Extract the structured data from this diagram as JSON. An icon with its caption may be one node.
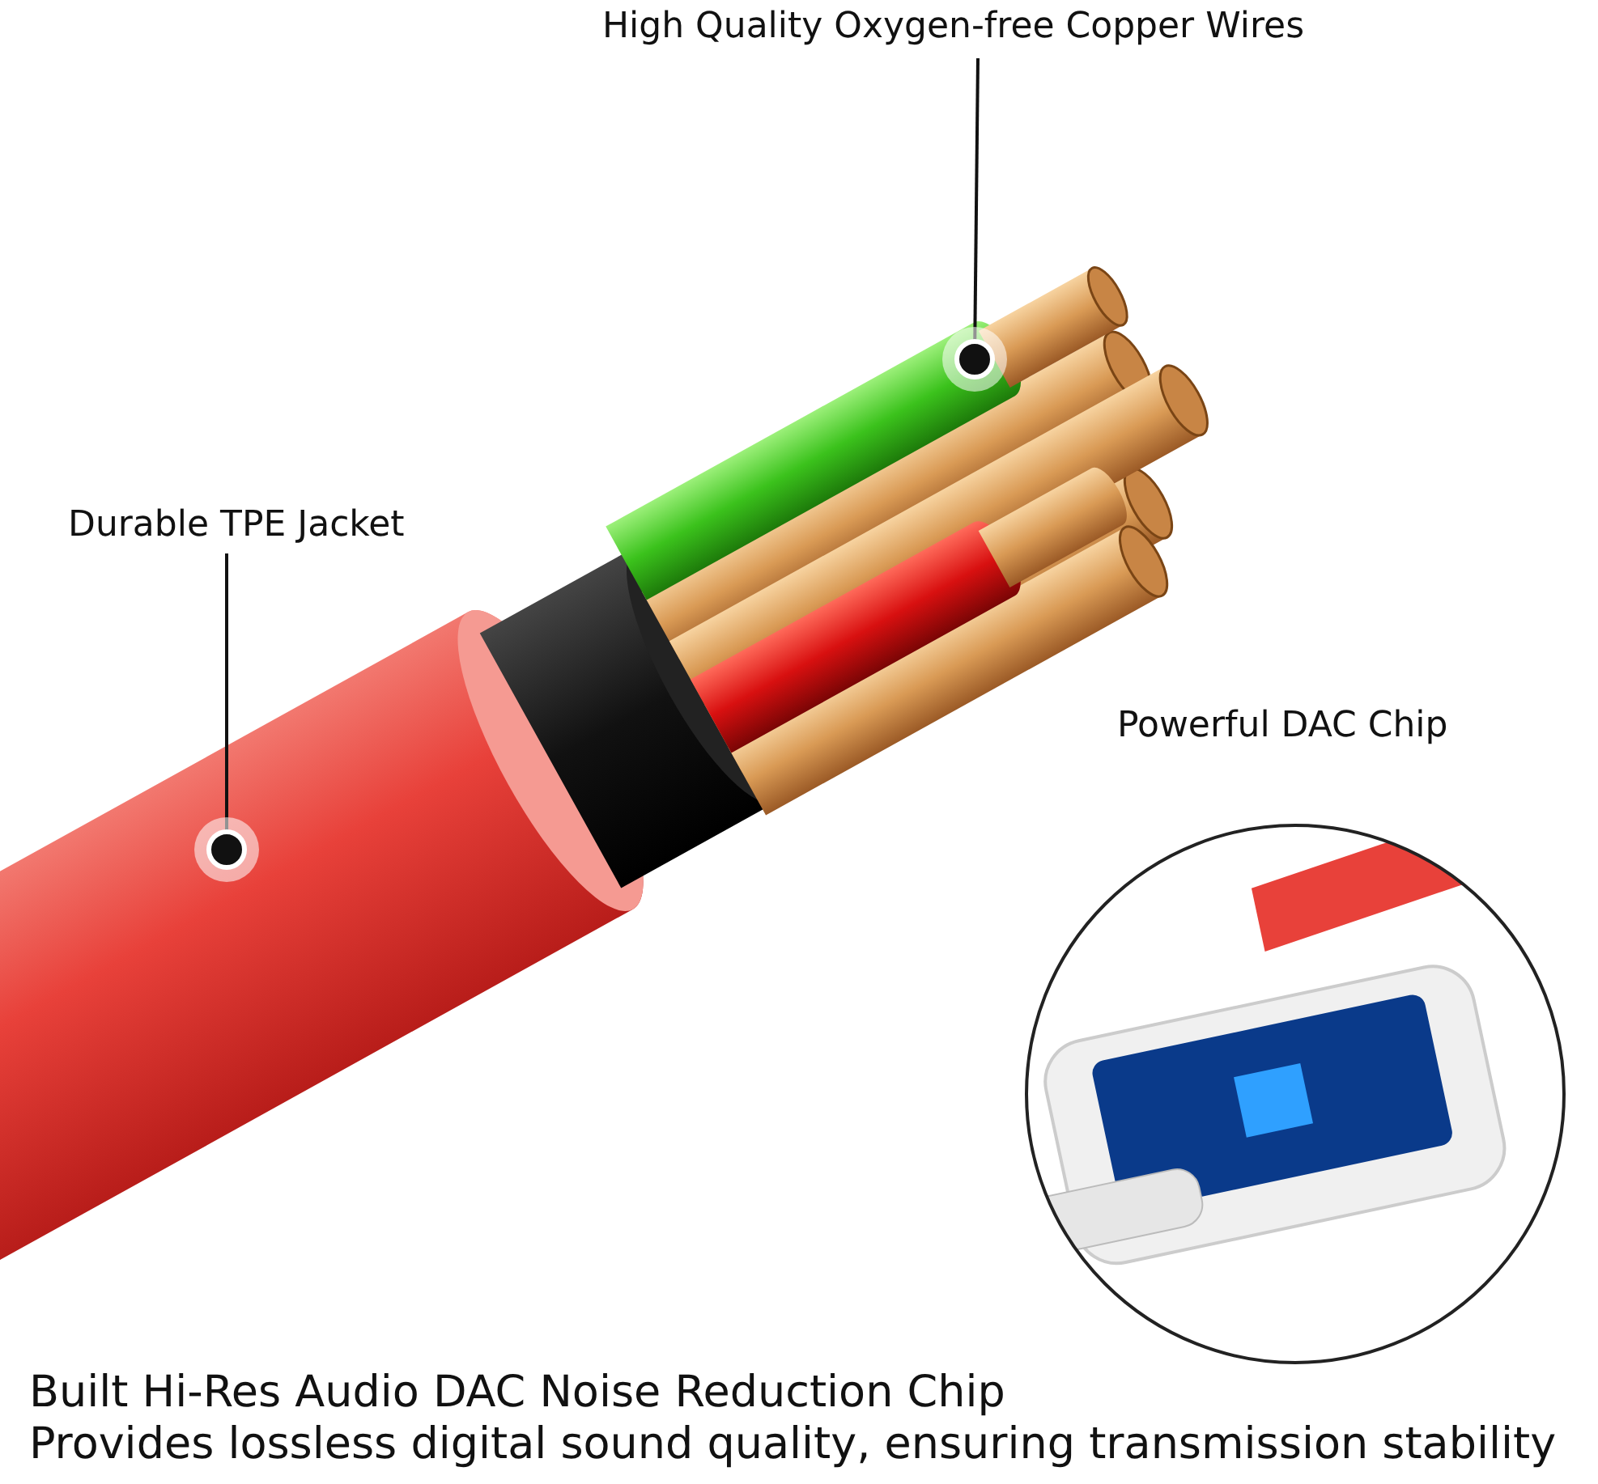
{
  "diagram": {
    "nodes": [
      {
        "text": [
          "High Quality Oxygen-free Copper Wires"
        ]
      },
      {
        "text": [
          "Durable TPE Jacket"
        ]
      },
      {
        "text": [],
        "shape": "picture"
      },
      {
        "text": [],
        "shape": "picture"
      },
      {
        "text": [
          "Powerful DAC Chip"
        ]
      }
    ],
    "edges": [
      {
        "from": 0,
        "to": 2,
        "arrow": "other"
      },
      {
        "from": 1,
        "to": 3,
        "arrow": "other"
      }
    ],
    "labels": [
      "Built Hi-Res Audio DAC Noise Reduction Chip",
      "Provides lossless digital sound quality, ensuring transmission stability"
    ]
  }
}
